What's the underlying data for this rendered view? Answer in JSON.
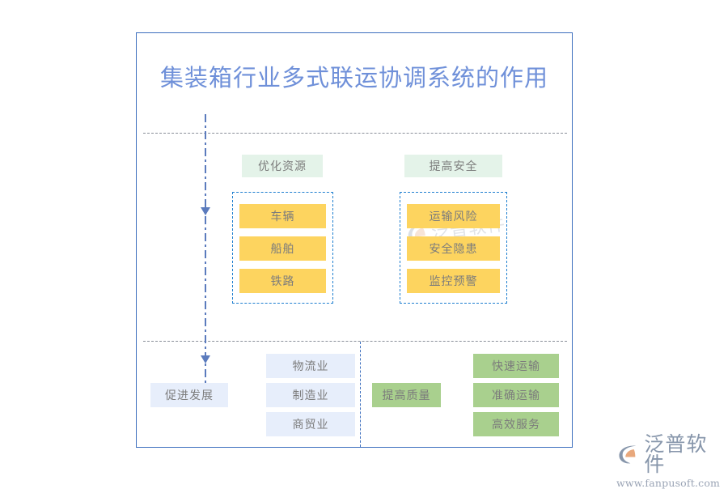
{
  "diagram": {
    "title": "集装箱行业多式联运协调系统的作用",
    "accent_border_color": "#3d6fbe",
    "title_color": "#6f90d9",
    "divider_color": "#8a8f99",
    "flow_line_color": "#5b7bbd"
  },
  "groups": {
    "optimize": {
      "header": "优化资源",
      "header_bg": "#e4f3e9",
      "box_border_color": "#1f7fd0",
      "item_bg": "#fdd45f",
      "items": [
        {
          "label": "车辆"
        },
        {
          "label": "船舶"
        },
        {
          "label": "铁路"
        }
      ]
    },
    "safety": {
      "header": "提高安全",
      "header_bg": "#e4f3e9",
      "box_border_color": "#1f7fd0",
      "item_bg": "#fdd45f",
      "items": [
        {
          "label": "运输风险"
        },
        {
          "label": "安全隐患"
        },
        {
          "label": "监控预警"
        }
      ]
    }
  },
  "bottom": {
    "development": {
      "label": "促进发展",
      "chip_bg": "#e7eefb",
      "items": [
        {
          "label": "物流业"
        },
        {
          "label": "制造业"
        },
        {
          "label": "商贸业"
        }
      ]
    },
    "quality": {
      "label": "提高质量",
      "chip_bg": "#a9d08e",
      "items": [
        {
          "label": "快速运输"
        },
        {
          "label": "准确运输"
        },
        {
          "label": "高效服务"
        }
      ]
    }
  },
  "watermark": {
    "text": "泛普软件"
  },
  "brand": {
    "name": "泛普软件",
    "url": "www.fanpusoft.com",
    "mark_primary_color": "#8796ab",
    "mark_accent_color": "#e8a87c"
  }
}
